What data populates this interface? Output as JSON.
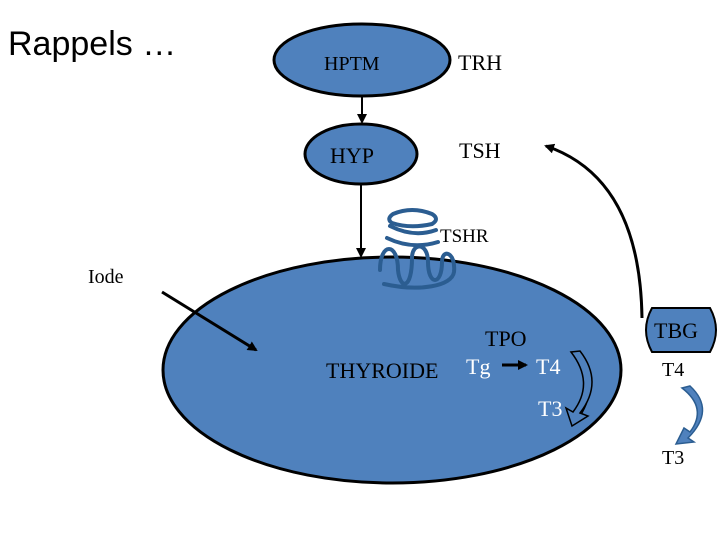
{
  "slide": {
    "title": "Rappels …"
  },
  "diagram": {
    "hptm_label": "HPTM",
    "trh_label": "TRH",
    "hyp_label": "HYP",
    "tsh_label": "TSH",
    "tshr_label": "TSHR",
    "iode_label": "Iode",
    "thyroide_label": "THYROIDE",
    "tpo_label": "TPO",
    "tg_label": "Tg",
    "t4_inner_label": "T4",
    "t3_inner_label": "T3",
    "tbg_label": "TBG",
    "t4_outer_label": "T4",
    "t3_outer_label": "T3"
  },
  "colors": {
    "fill_blue": "#4f81bd",
    "receptor_blue": "#2b5d91",
    "outline": "#000000"
  }
}
